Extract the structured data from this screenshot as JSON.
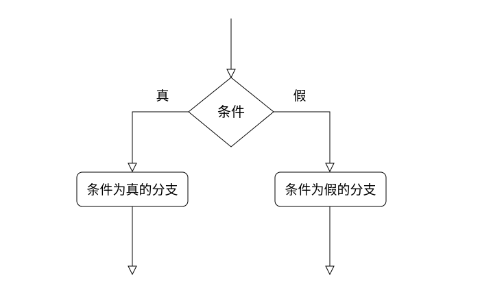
{
  "decision": {
    "label": "条件"
  },
  "branches": {
    "true_label": "真",
    "false_label": "假"
  },
  "boxes": {
    "true_box_label": "条件为真的分支",
    "false_box_label": "条件为假的分支"
  }
}
